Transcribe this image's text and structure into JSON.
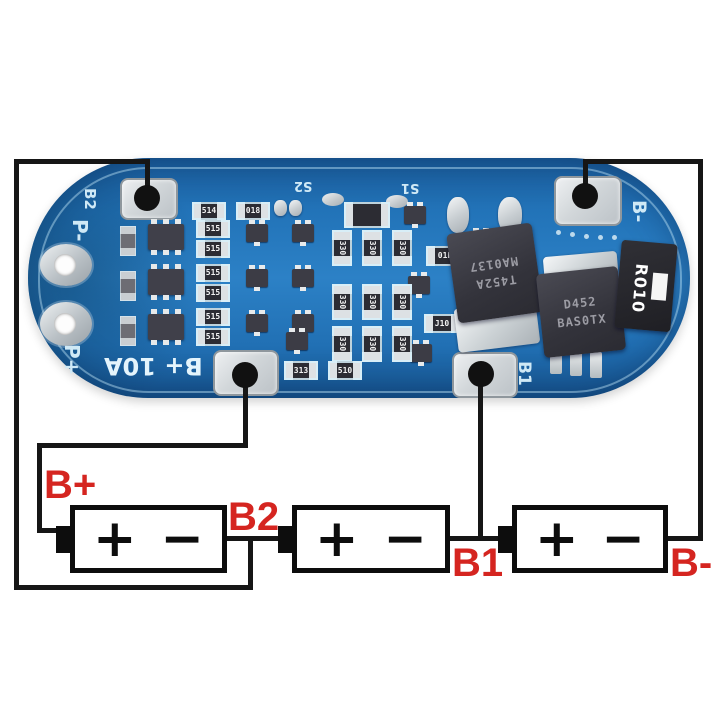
{
  "colors": {
    "board_blue": "#2273b8",
    "silkscreen": "#cfe9f6",
    "pad_silver": "#d2d7da",
    "wire_black": "#161616",
    "label_red": "#d52520"
  },
  "wiring_labels": {
    "pack_positive": "B+",
    "cell_node_2": "B2",
    "cell_node_1": "B1",
    "pack_negative": "B-"
  },
  "battery": {
    "plus": "+",
    "minus": "−"
  },
  "board": {
    "silkscreen": {
      "b2": "B2",
      "p_minus": "P-",
      "p_plus": "P+",
      "s2": "S2",
      "s1": "S1",
      "b_plus_rating": "B+ 10A",
      "b1": "B1",
      "b_minus": "B-"
    },
    "mosfet1": {
      "line1": "T452A",
      "line2": "MA0137"
    },
    "mosfet2": {
      "line1": "D452",
      "line2": "BAS0TX"
    },
    "shunt_resistor": "R010",
    "smd": {
      "r514": "514",
      "r018": "018",
      "r515": "515",
      "r330": "330",
      "r01f": "01F",
      "rj10": "J10",
      "r313": "313",
      "r510": "510"
    }
  }
}
